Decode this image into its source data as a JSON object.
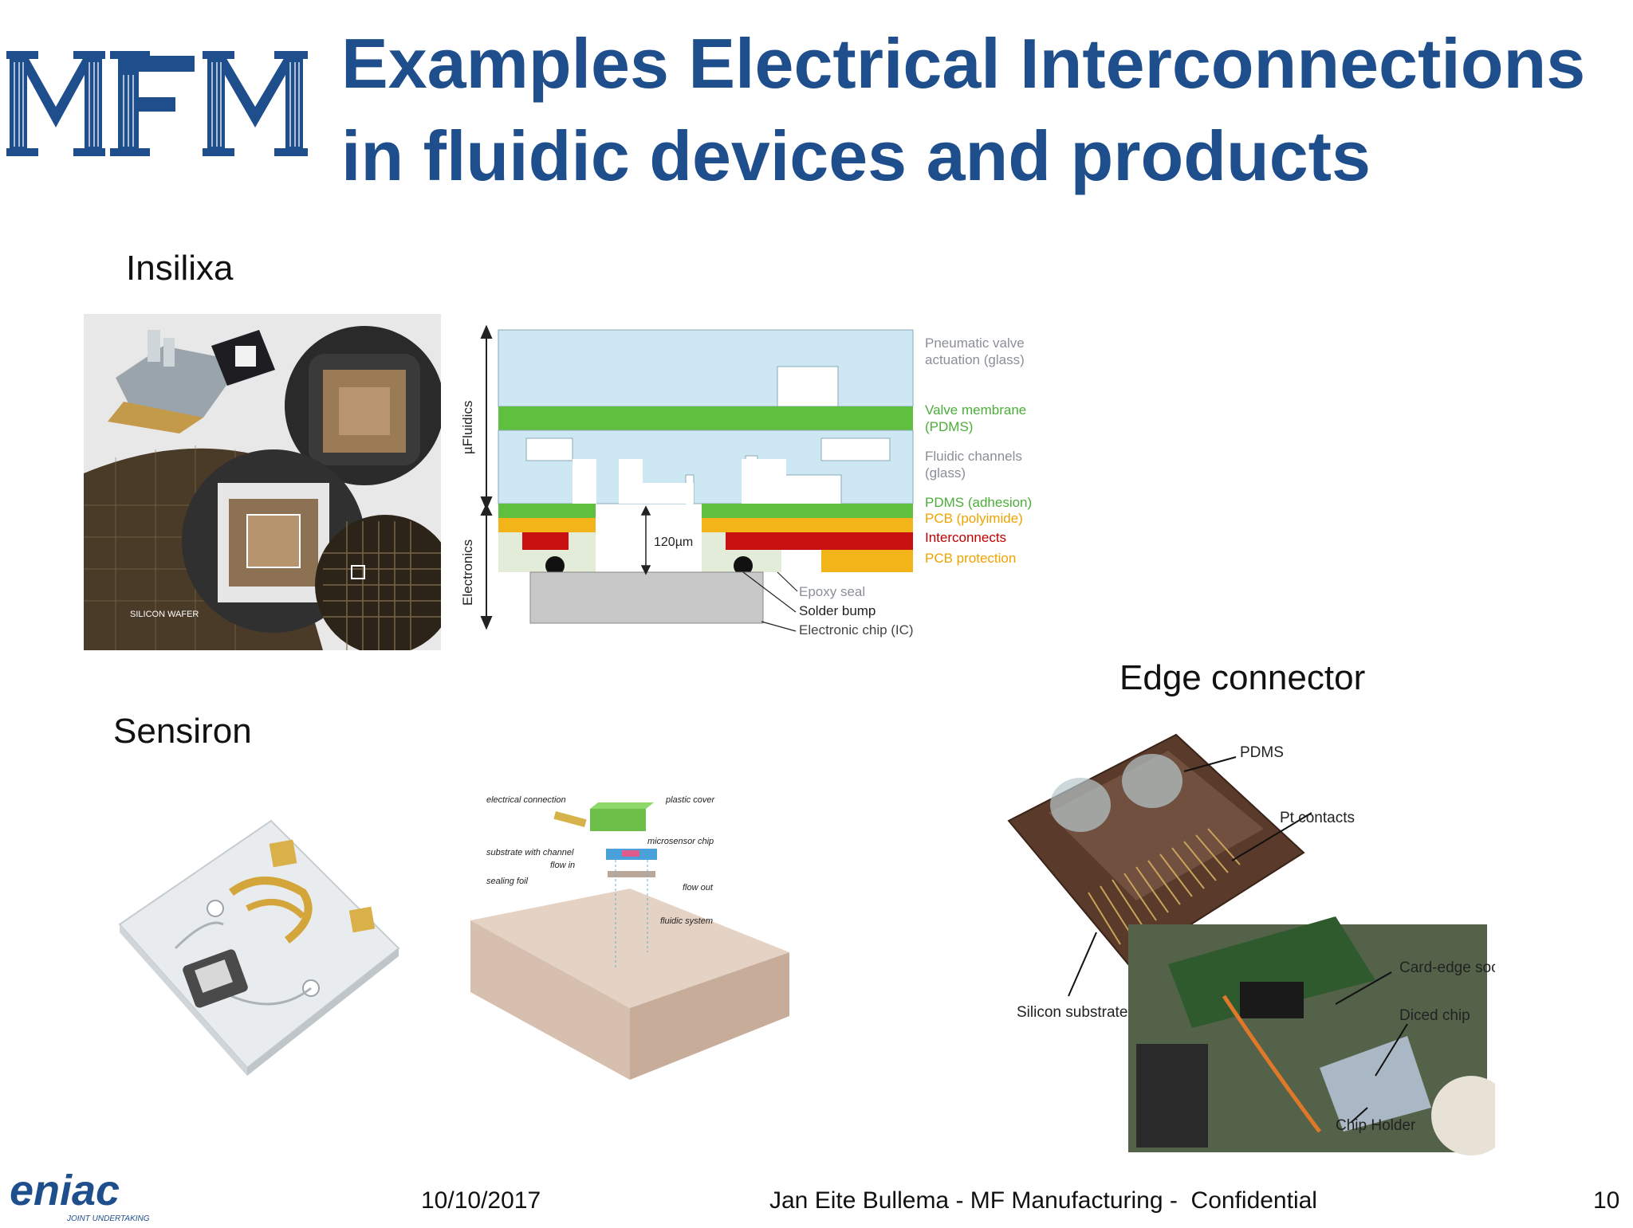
{
  "logo": {
    "text": "MFM"
  },
  "title": {
    "line1": "Examples Electrical Interconnections",
    "line2": "in fluidic devices and products"
  },
  "sections": {
    "insilixa": "Insilixa",
    "sensiron": "Sensiron",
    "edge_connector": "Edge connector"
  },
  "insilixa_photo": {
    "label_wafer": "SILICON WAFER"
  },
  "stack_diagram": {
    "axis_fluidics": "µFluidics",
    "axis_electronics": "Electronics",
    "gap_label": "120µm",
    "layers": [
      {
        "label": "Pneumatic valve actuation (glass)",
        "color": "#8a8f97"
      },
      {
        "label": "Valve membrane (PDMS)",
        "color": "#4cae3a"
      },
      {
        "label": "Fluidic channels (glass)",
        "color": "#8a8f97"
      },
      {
        "label": "PDMS (adhesion)",
        "color": "#4cae3a"
      },
      {
        "label": "PCB (polyimide)",
        "color": "#f0a300"
      },
      {
        "label": "Interconnects",
        "color": "#c00000"
      },
      {
        "label": "PCB protection",
        "color": "#f0a300"
      }
    ],
    "callouts": [
      "Epoxy seal",
      "Solder bump",
      "Electronic chip (IC)"
    ]
  },
  "sensiron_exploded": {
    "labels": [
      "electrical connection",
      "plastic cover",
      "microsensor chip",
      "substrate with channel",
      "flow in",
      "sealing foil",
      "flow out",
      "fluidic system"
    ]
  },
  "edge_photo": {
    "labels": [
      "PDMS",
      "Pt contacts",
      "Silicon substrate",
      "Card-edge socket",
      "Diced chip",
      "Chip Holder"
    ]
  },
  "footer": {
    "logo_text": "eniac",
    "logo_sub": "JOINT UNDERTAKING",
    "date": "10/10/2017",
    "center": "Jan Eite Bullema - MF Manufacturing -  Confidential",
    "page": "10"
  }
}
